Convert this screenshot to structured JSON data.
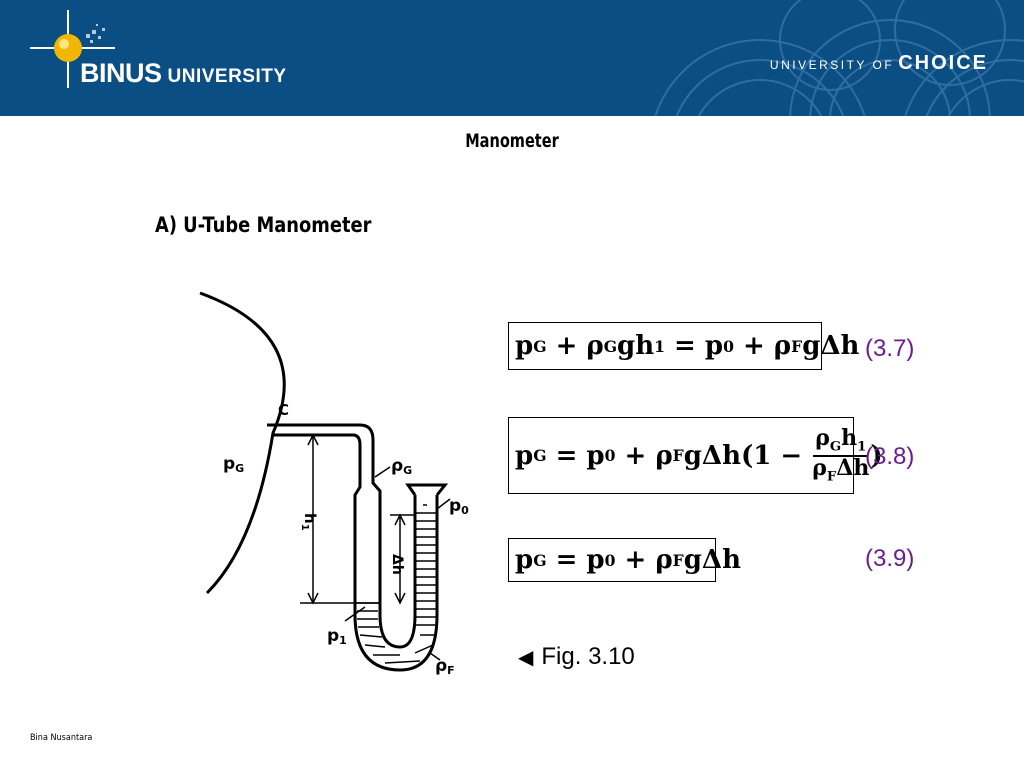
{
  "header": {
    "brand_name": "BINUS",
    "brand_sub": "UNIVERSITY",
    "tagline_small": "UNIVERSITY OF",
    "tagline_big": "CHOICE",
    "bg_color": "#0b4e84"
  },
  "slide": {
    "title": "Manometer",
    "subtitle": "A)  U-Tube Manometer",
    "footer": "Bina Nusantara"
  },
  "diagram": {
    "label_c": "C",
    "label_pg": "p",
    "label_pg_sub": "G",
    "label_rho_g": "ρ",
    "label_rho_g_sub": "G",
    "label_p0": "p",
    "label_p0_sub": "0",
    "label_h1": "h",
    "label_h1_sub": "1",
    "label_dh": "Δh",
    "label_p1": "p",
    "label_p1_sub": "1",
    "label_rho_f": "ρ",
    "label_rho_f_sub": "F"
  },
  "equations": [
    {
      "number": "(3.7)"
    },
    {
      "number": "(3.8)"
    },
    {
      "number": "(3.9)"
    }
  ],
  "figure_ref": {
    "arrow": "◀",
    "text": "Fig. 3.10"
  },
  "colors": {
    "equation_number": "#6b1c8f"
  }
}
